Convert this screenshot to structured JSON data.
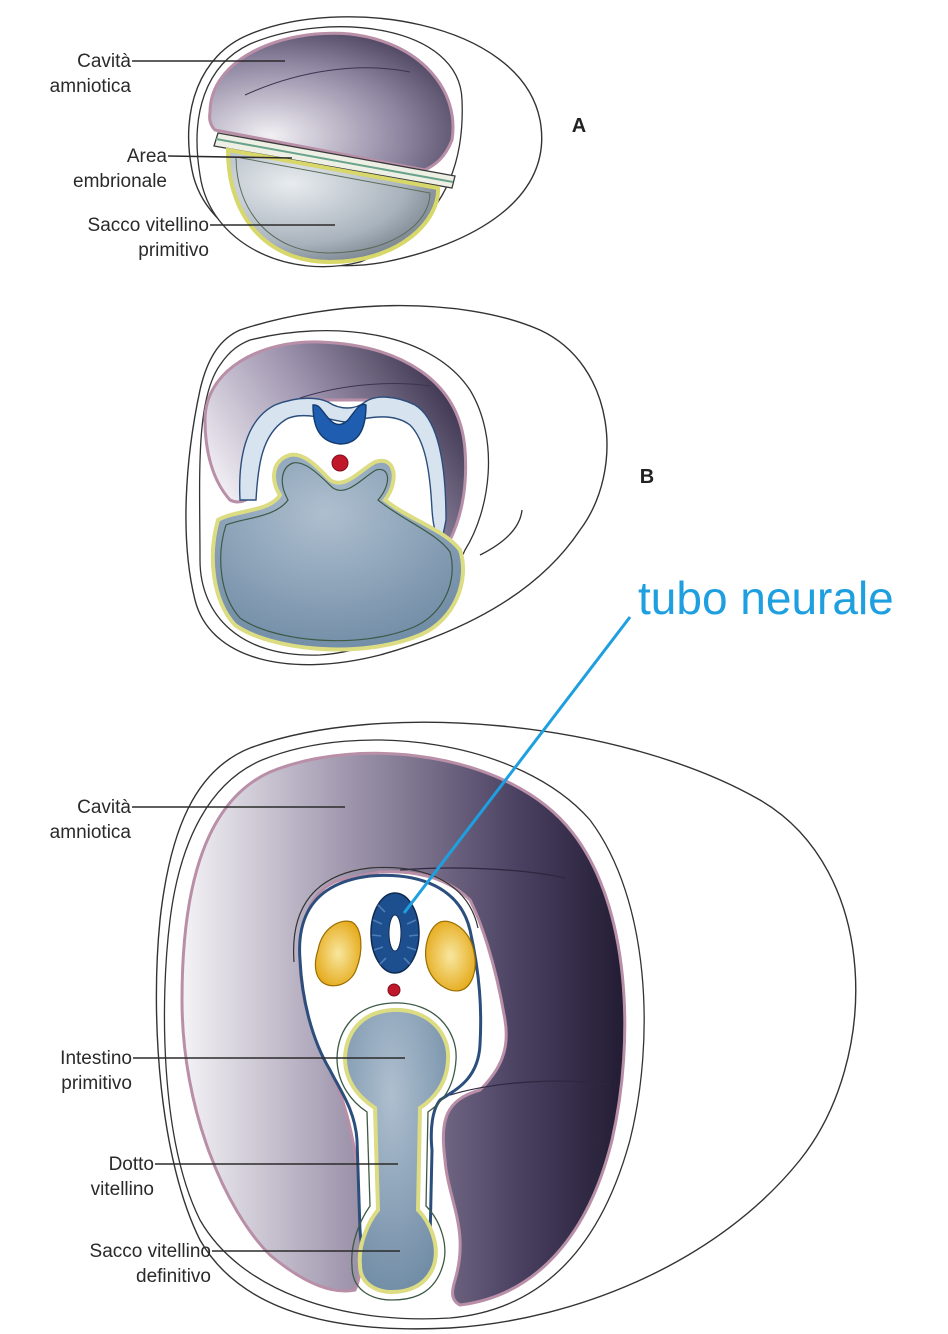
{
  "panel_a": {
    "letter": "A",
    "labels": {
      "amniotic_cavity": [
        "Cavità",
        "amniotica"
      ],
      "embryonic_area": [
        "Area",
        "embrionale"
      ],
      "primitive_yolk_sac": [
        "Sacco vitellino",
        "primitivo"
      ]
    }
  },
  "panel_b": {
    "letter": "B"
  },
  "panel_c": {
    "labels": {
      "amniotic_cavity": [
        "Cavità",
        "amniotica"
      ],
      "primitive_gut": [
        "Intestino",
        "primitivo"
      ],
      "vitelline_duct": [
        "Dotto",
        "vitellino"
      ],
      "definitive_yolk_sac": [
        "Sacco vitellino",
        "definitivo"
      ]
    }
  },
  "annotation": {
    "neural_tube": "tubo neurale",
    "color": "#1e9fe0"
  },
  "colors": {
    "amnion_purple": "#3d3355",
    "yolk_blue": "#7a94ac",
    "ectoderm_blue": "#2560a8",
    "endoderm_yellow": "#e6e28a",
    "notochord_red": "#c0182a",
    "somite_orange": "#e9b21e"
  }
}
